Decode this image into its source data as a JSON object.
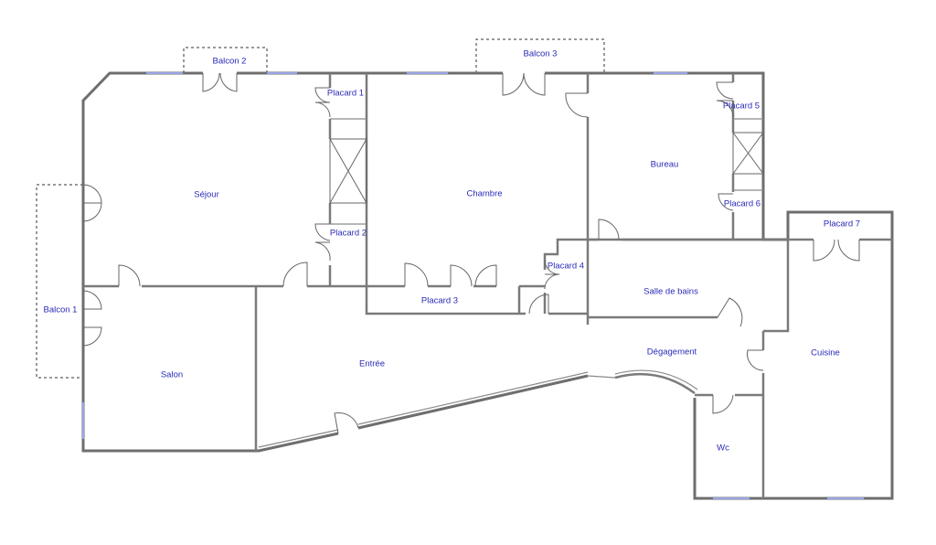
{
  "plan": {
    "rooms": {
      "balcon2": "Balcon 2",
      "balcon3": "Balcon 3",
      "placard1": "Placard 1",
      "placard5": "Placard 5",
      "bureau": "Bureau",
      "sejour": "Séjour",
      "chambre": "Chambre",
      "placard6": "Placard 6",
      "placard7": "Placard 7",
      "placard2": "Placard 2",
      "placard4": "Placard 4",
      "balcon1": "Balcon 1",
      "placard3": "Placard 3",
      "salle_de_bains": "Salle de bains",
      "degagement": "Dégagement",
      "entree": "Entrée",
      "salon": "Salon",
      "cuisine": "Cuisine",
      "wc": "Wc"
    }
  }
}
